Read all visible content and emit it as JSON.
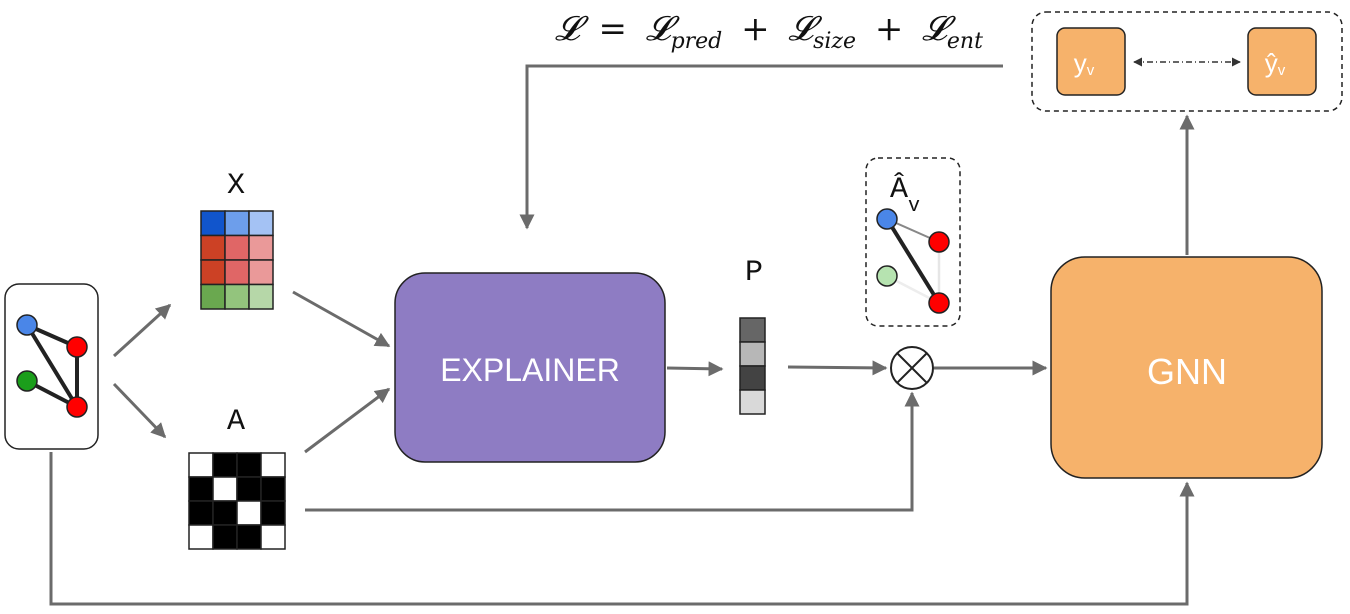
{
  "loss": {
    "lhs": "𝓛",
    "equals": "=",
    "terms": [
      {
        "symbol": "𝓛",
        "subscript": "pred"
      },
      {
        "symbol": "𝓛",
        "subscript": "size"
      },
      {
        "symbol": "𝓛",
        "subscript": "ent"
      }
    ],
    "plus": "+"
  },
  "labels": {
    "features": "X",
    "adjacency": "A",
    "mask": "P",
    "masked_adj": "Â",
    "masked_adj_sub": "v",
    "explainer": "EXPLAINER",
    "gnn": "GNN",
    "y_true": "y",
    "y_true_sub": "v",
    "y_pred": "ŷ",
    "y_pred_sub": "v",
    "multiply": "⊗"
  },
  "colors": {
    "explainer_fill": "#8e7cc3",
    "gnn_fill": "#f6b26b",
    "output_fill": "#f6b26b",
    "arrow": "#6b6b6b",
    "node_blue": "#4a86e8",
    "node_red": "#ff0000",
    "node_green": "#1b9e1b",
    "node_light_green": "#b6e3b0"
  },
  "feature_matrix": [
    [
      "#1155cc",
      "#6d9eeb",
      "#a4c2f4"
    ],
    [
      "#cc4125",
      "#e06666",
      "#ea9999"
    ],
    [
      "#cc4125",
      "#e06666",
      "#ea9999"
    ],
    [
      "#6aa84f",
      "#93c47d",
      "#b6d7a8"
    ]
  ],
  "adjacency_matrix": [
    [
      0,
      1,
      1,
      0
    ],
    [
      1,
      0,
      1,
      1
    ],
    [
      1,
      1,
      0,
      1
    ],
    [
      0,
      1,
      1,
      0
    ]
  ],
  "mask_cells": [
    "#666666",
    "#b7b7b7",
    "#434343",
    "#d9d9d9"
  ]
}
